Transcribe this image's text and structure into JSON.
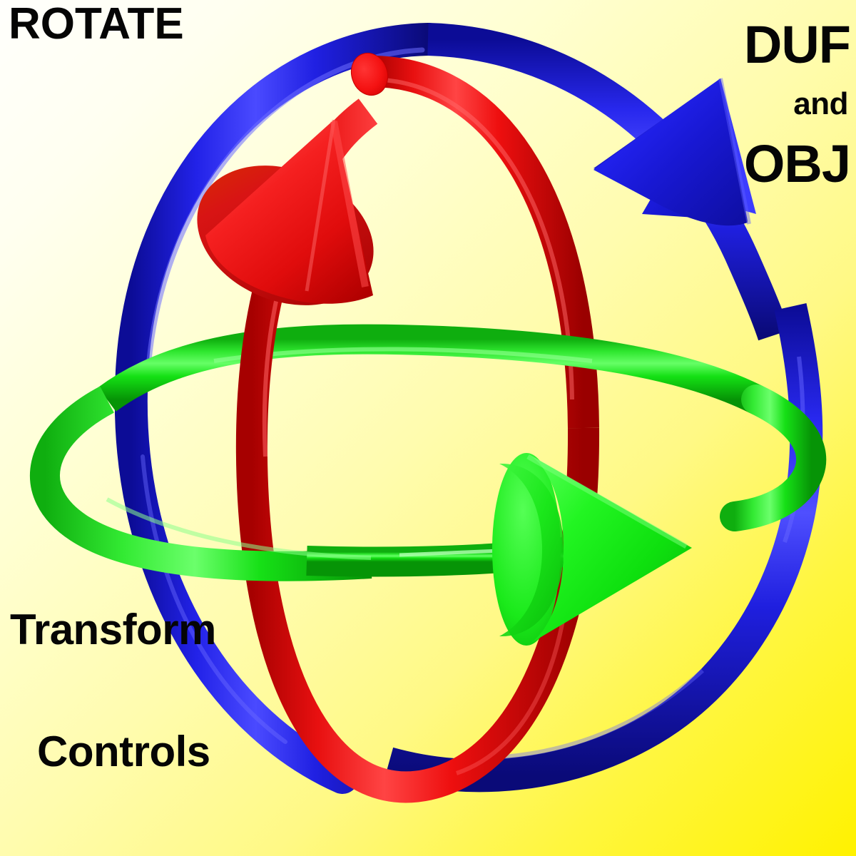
{
  "scene": {
    "title_top_left": "ROTATE",
    "title_bottom_left_line1": "Transform",
    "title_bottom_left_line2": "Controls",
    "format_line1": "DUF",
    "format_line2": "and",
    "format_line3": "OBJ",
    "background": {
      "from": "#fffffc",
      "to": "#fff200"
    },
    "gizmo": {
      "description": "3D rotate transform gizmo with three orthogonal rotation rings and directional arrow cones",
      "axes": [
        {
          "name": "x-axis-ring",
          "color": "#00ee00",
          "highlight": "#66ff66",
          "shadow": "#009e00",
          "label": "green"
        },
        {
          "name": "y-axis-ring",
          "color": "#ee0000",
          "highlight": "#ff4c4c",
          "shadow": "#a10000",
          "label": "red"
        },
        {
          "name": "z-axis-ring",
          "color": "#1a1ae0",
          "highlight": "#5555ff",
          "shadow": "#0b0b8c",
          "label": "blue"
        }
      ]
    }
  }
}
